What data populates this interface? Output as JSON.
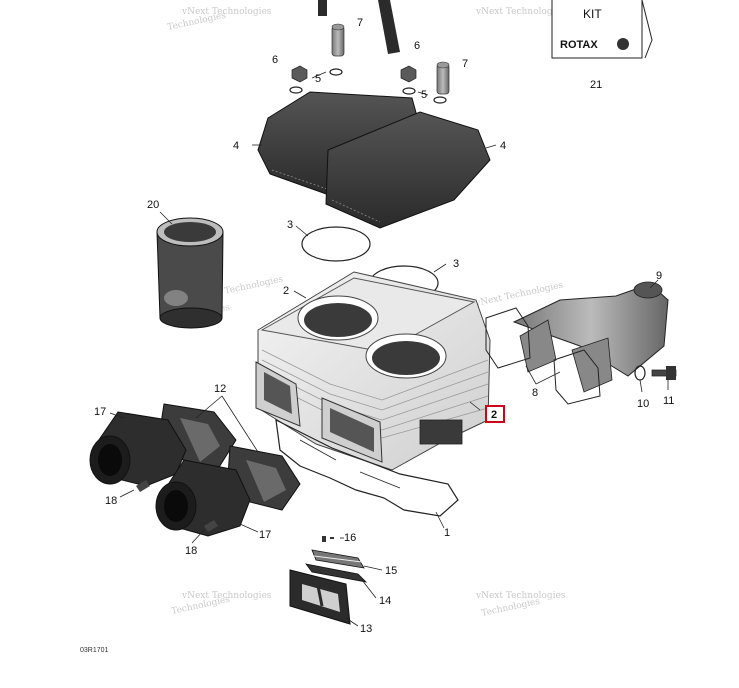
{
  "diagram": {
    "figure_code": "03R1701",
    "kit_label": "KIT",
    "brand_label": "ROTAX",
    "selected_callout": "2",
    "callouts": [
      {
        "id": "c1",
        "label": "1"
      },
      {
        "id": "c2",
        "label": "2"
      },
      {
        "id": "c2sel",
        "label": "2"
      },
      {
        "id": "c3a",
        "label": "3"
      },
      {
        "id": "c3b",
        "label": "3"
      },
      {
        "id": "c4a",
        "label": "4"
      },
      {
        "id": "c4b",
        "label": "4"
      },
      {
        "id": "c5a",
        "label": "5"
      },
      {
        "id": "c5b",
        "label": "5"
      },
      {
        "id": "c6a",
        "label": "6"
      },
      {
        "id": "c6b",
        "label": "6"
      },
      {
        "id": "c7a",
        "label": "7"
      },
      {
        "id": "c7b",
        "label": "7"
      },
      {
        "id": "c8",
        "label": "8"
      },
      {
        "id": "c9",
        "label": "9"
      },
      {
        "id": "c10",
        "label": "10"
      },
      {
        "id": "c11",
        "label": "11"
      },
      {
        "id": "c12",
        "label": "12"
      },
      {
        "id": "c13",
        "label": "13"
      },
      {
        "id": "c14",
        "label": "14"
      },
      {
        "id": "c15",
        "label": "15"
      },
      {
        "id": "c16",
        "label": "16"
      },
      {
        "id": "c17a",
        "label": "17"
      },
      {
        "id": "c17b",
        "label": "17"
      },
      {
        "id": "c18a",
        "label": "18"
      },
      {
        "id": "c18b",
        "label": "18"
      },
      {
        "id": "c20",
        "label": "20"
      },
      {
        "id": "c21",
        "label": "21"
      }
    ],
    "watermark": {
      "line1": "vNext Technologies",
      "line2": "Technologies"
    }
  }
}
